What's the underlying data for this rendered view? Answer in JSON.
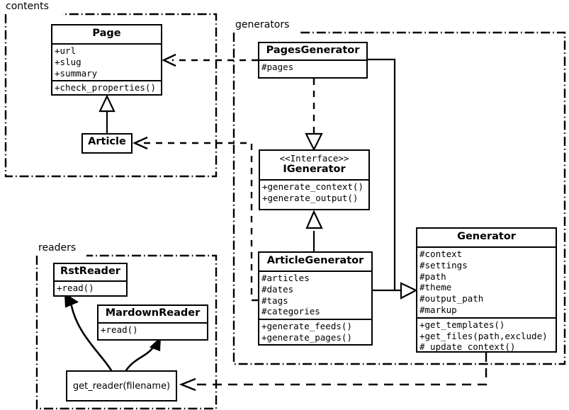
{
  "diagram": {
    "type": "uml-class-diagram",
    "background": "#ffffff",
    "line_color": "#000000"
  },
  "packages": [
    {
      "id": "contents",
      "label": "contents"
    },
    {
      "id": "generators",
      "label": "generators"
    },
    {
      "id": "readers",
      "label": "readers"
    }
  ],
  "classes": {
    "page": {
      "name": "Page",
      "attributes": [
        "+url",
        "+slug",
        "+summary"
      ],
      "operations": [
        "+check_properties()"
      ]
    },
    "article": {
      "name": "Article",
      "attributes": [],
      "operations": []
    },
    "pages_generator": {
      "name": "PagesGenerator",
      "attributes": [
        "#pages"
      ],
      "operations": []
    },
    "igenerator": {
      "stereotype": "<<Interface>>",
      "name": "IGenerator",
      "attributes": [],
      "operations": [
        "+generate_context()",
        "+generate_output()"
      ]
    },
    "article_generator": {
      "name": "ArticleGenerator",
      "attributes": [
        "#articles",
        "#dates",
        "#tags",
        "#categories"
      ],
      "operations": [
        "+generate_feeds()",
        "+generate_pages()"
      ]
    },
    "generator": {
      "name": "Generator",
      "attributes": [
        "#context",
        "#settings",
        "#path",
        "#theme",
        "#output_path",
        "#markup"
      ],
      "operations": [
        "+get_templates()",
        "+get_files(path,exclude)",
        "#_update_context()"
      ]
    },
    "rst_reader": {
      "name": "RstReader",
      "attributes": [],
      "operations": [
        "+read()"
      ]
    },
    "mardown_reader": {
      "name": "MardownReader",
      "attributes": [],
      "operations": [
        "+read()"
      ]
    },
    "get_reader": {
      "name": "get_reader(filename)"
    }
  },
  "relationships": [
    {
      "from": "article",
      "to": "page",
      "kind": "generalization"
    },
    {
      "from": "pages_generator",
      "to": "igenerator",
      "kind": "realization"
    },
    {
      "from": "article_generator",
      "to": "igenerator",
      "kind": "generalization"
    },
    {
      "from": "pages_generator",
      "to": "generator",
      "kind": "generalization"
    },
    {
      "from": "article_generator",
      "to": "generator",
      "kind": "generalization"
    },
    {
      "from": "pages_generator",
      "to": "page",
      "kind": "dependency"
    },
    {
      "from": "article_generator",
      "to": "article",
      "kind": "dependency"
    },
    {
      "from": "generator",
      "to": "get_reader",
      "kind": "dependency"
    },
    {
      "from": "get_reader",
      "to": "rst_reader",
      "kind": "association"
    },
    {
      "from": "get_reader",
      "to": "mardown_reader",
      "kind": "association"
    }
  ]
}
